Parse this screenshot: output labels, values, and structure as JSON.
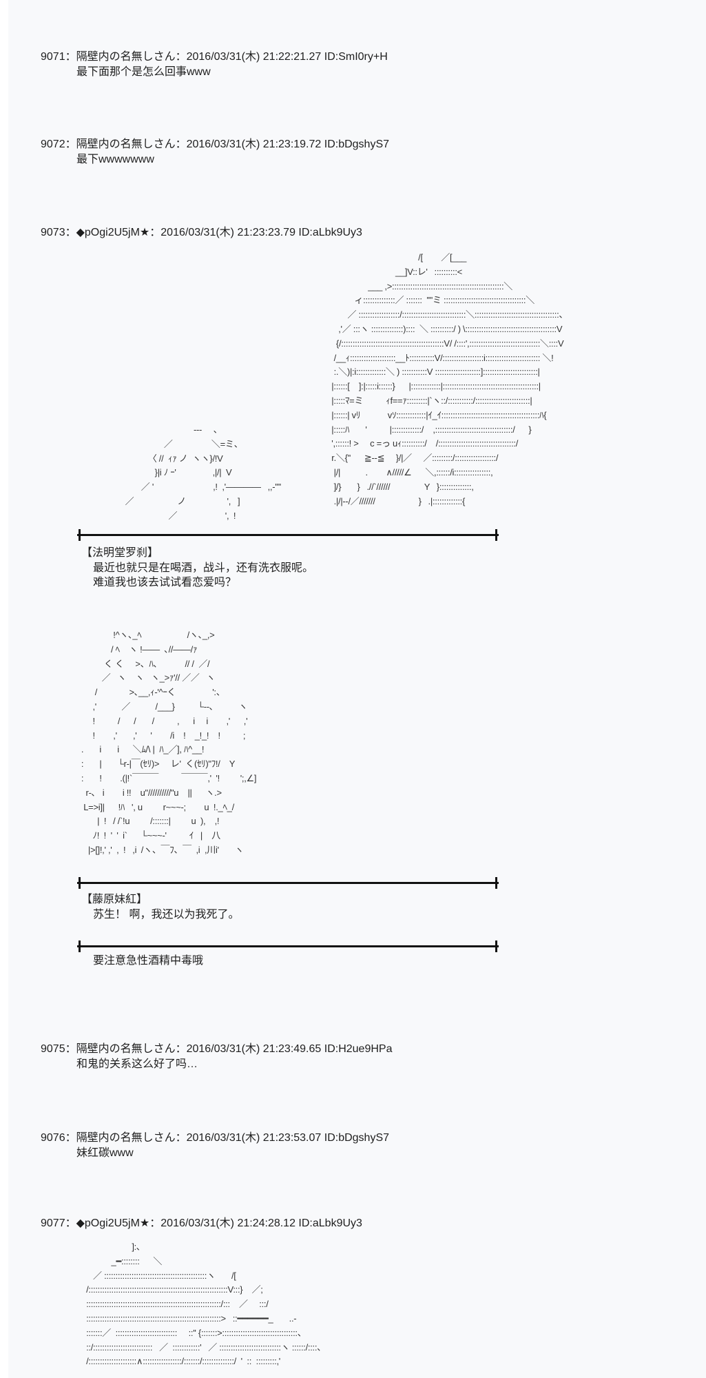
{
  "posts": [
    {
      "header": "9071：隔壁内の名無しさん：2016/03/31(木) 21:22:21.27 ID:SmI0ry+H",
      "body": "最下面那个是怎么回事www"
    },
    {
      "header": "9072：隔壁内の名無しさん：2016/03/31(木) 21:23:19.72 ID:bDgshyS7",
      "body": "最下wwwwwww"
    },
    {
      "header": "9073：◆pOgi2U5jM★：2016/03/31(木) 21:23:23.79 ID:aLbk9Uy3"
    },
    {
      "header": "9075：隔壁内の名無しさん：2016/03/31(木) 21:23:49.65 ID:H2ue9HPa",
      "body": "和鬼的关系这么好了吗…"
    },
    {
      "header": "9076：隔壁内の名無しさん：2016/03/31(木) 21:23:53.07 ID:bDgshyS7",
      "body": "妹红碳www"
    },
    {
      "header": "9077：◆pOgi2U5jM★：2016/03/31(木) 21:24:28.12 ID:aLbk9Uy3"
    }
  ],
  "scene1": {
    "speaker": "【法明堂罗刹】",
    "lines": [
      "最近也就只是在喝酒，战斗，还有洗衣服呢。",
      "难道我也该去试试看恋爱吗？"
    ]
  },
  "scene2": {
    "speaker": "【藤原妹紅】",
    "lines": [
      "苏生！  啊，我还以为我死了。"
    ]
  },
  "scene3": {
    "lines": [
      "要注意急性酒精中毒哦"
    ]
  },
  "ascii_art": {
    "aa1_right": "                                       /[        ／[___\n                             __]V::レ'   ::::::::::<\n                 ___ ,>:::::::::::::::::::::::::::::::::::::::::::::::::＼\n           ィ::::::::::::::／ :::::::  ''\"ミ ::::::::::::::::::::::::::::::::::::＼\n        ／ ::::::::::::::::::/::::::::::::::::::::::::::::＼:::::::::::::::::::::::::::::::::::::、\n    ,'／ :::ヽ ::::::::::::::)::::  ＼ ::::::::::/ ) \\::::::::::::::::::::::::::::::::::::::::V\n   {/:::::::::::::::::::::::::::::::::::::::::::::V/ /::::',:::::::::::::::::::::::::::::::＼::::V\n  /__ｨ::::::::::::::::::::__ﾄ:::::::::::V/::::::::::::::::::i:::::::::::::::::::::::: ＼!\n  :.＼)|:i:::::::::::::＼ ) :::::::::::V ::::::::::::::::::::]::::::::::::::::::::::::|\n |::::::[    ]:|:::::i::::::}      |:::::::::::::|::::::::::::::::::::::::::::::::::::::::::|\n |:::::ﾏ=ミ          ｨf==ｧ:::::::::|`ヽ::/:::::::::::/::::::::::::::::::::::::|\n |::::::| vﾘ            vｿ:::::::::::::|ｲ_ｲ:::::::::::::::::::::::::::::::::::::::::::ﾊ{\n |:::::ﾊ       '          |:::::::::::::/    ,::::::::::::::::::::::::::::::::::/      }\n ',::::::! >     c =っ uｨ::::::::::/    /::::::::::::::::::::::::::::::::::/\n r.＼{''      ≧--≦     }/|／     ／:::::::::/::::::::::::::::::/\n  |/|           .        ∧/////∠      ＼,::::::/i::::::::::::::::,\n  ]/}       }   .//`//////               Y   }::::::::::::::,\n  .|/|--/／///////                   }   .|:::::::::::::{",
    "aa1_left": "                                ---     、\n                   ／                 ＼=ミ、\n            〈 //  ｨｧ ノ  ヽヽ}/!V\n               }|i ﾉ ｰ'                ,|/|  V\n         ／ '                          ,!  ,'————   ,,-''''\n  ／                   ノ                  ',   ]\n                     ／                     ',  !",
    "aa2": "                 !^ヽ､_ﾍ                    /ヽ､_,>\n                / ﾍ    ヽ !——  ､//——/ｧ\n             く く     >、ﾊ､            // /  ／/\n            ／   ヽ    ヽ   ヽ_>ｧ'// ／／   ヽ\n         /              >､__,ｨ-'^ｰく                ':、\n        ,'           ／           /___}          └--､           ヽ\n        !          /      /       /          ,      i     i        ,'      ,'\n        !        ,'       ,'      '        /i    !    _!_!    !          ;\n   .       i       i      ＼ﾑ/\\ |  ﾊ_／], ﾊ^__!\n   :       |       └r-|￣(ｾﾘ)>     レ'  く(ｾﾘ)\"ﾌ!/    Y\n   :       !        .(|!`￣￣￣          ￣￣￣,'  '!         ';,∠]\n     r-､   i        i !!    u\"//////////\"u    ||      ヽ.>\n    L=>i]|      !ﾊ   ', u         r~~~-;        u  !._ﾍ_/\n          |  !   / /`!u         /:::::::|         u  ),    ,!\n        ﾉ!  !  '  '  i`      └~~~-'          ｲ   |    八\n      |>[]!,' ,'  ,  !   ,i  /ヽ、￣ﾌ、￣  ,i  ,川i'       ヽ",
    "aa3": "                              ]:､\n                     _━::::::::      ＼\n             ／ :::::::::::::::::::::::::::::::::::::::::::::ヽ       /[\n          /:::::::::::::::::::::::::::::::::::::::::::::::::::::::::::::V:::}    ／;\n          :::::::::::::::::::::::::::::::::::::::::::::::::::::::::::/:::    ／     :::/\n          :::::::::::::::::::::::::::::::::::::::::::::::::::::::::::>   ::━━━━━━_       ..-\n          :::::::／  :::::::::::::::::::::::::::     ::'' {:::::::>:::::::::::::::::::::::::::::::::、\n          ::/::::::::::::::::::::::::::   ／  ::::::::::::'   ／ :::::::::::::::::::::::::::ヽ ::::::/::::、\n          /:::::::::::::::::::::∧:::::::::::::::::/:::::::/::::::::::::::/  '  ::  :::::::::,'"
  }
}
